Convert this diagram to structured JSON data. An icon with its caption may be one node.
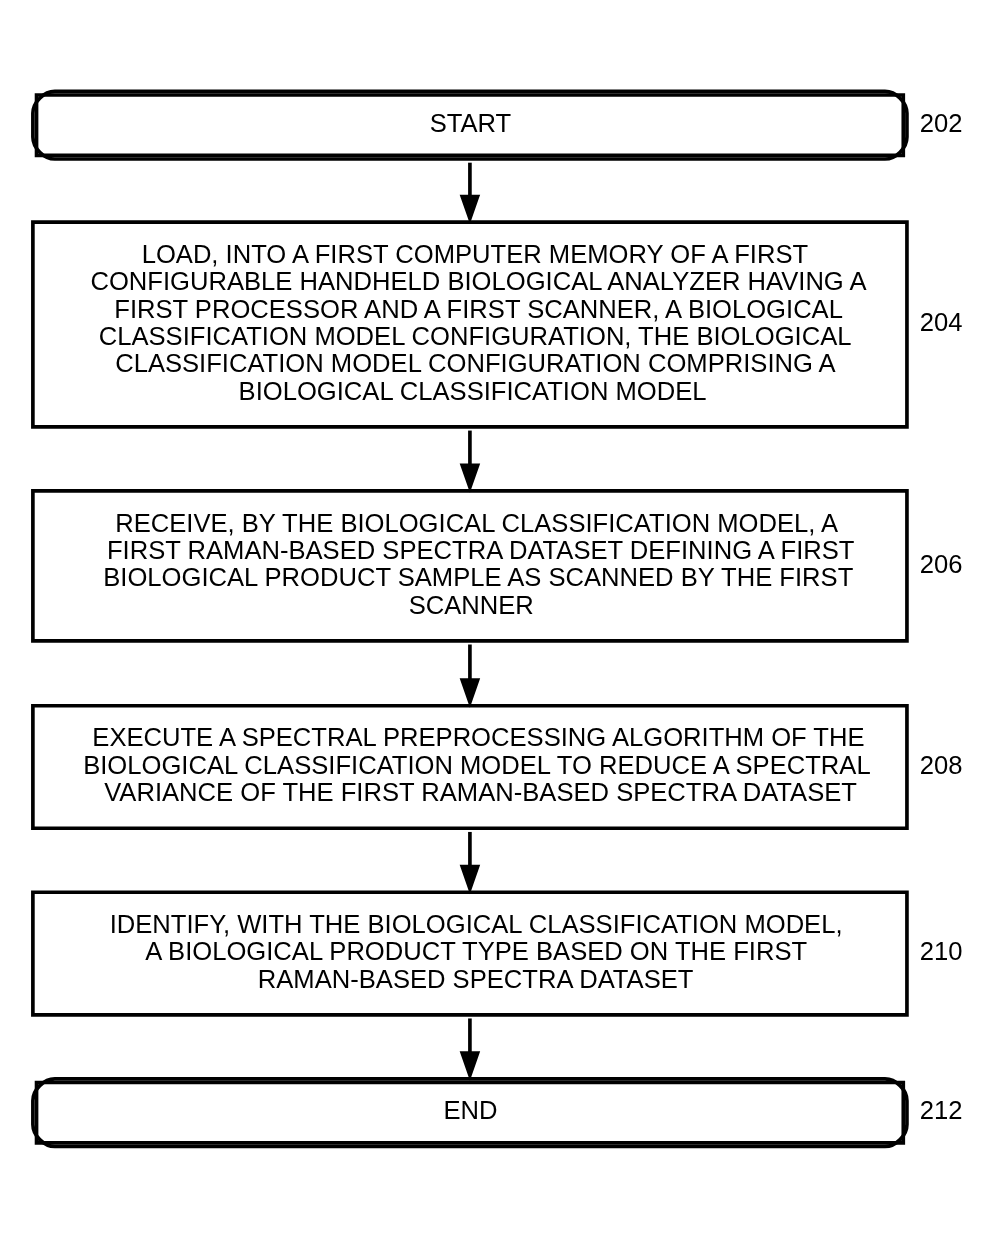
{
  "diagram": {
    "nodes": [
      {
        "text": [
          "START"
        ],
        "beside": [
          "202"
        ]
      },
      {
        "text": [
          "LOAD, INTO A FIRST COMPUTER MEMORY OF A FIRST CONFIGURABLE HANDHELD BIOLOGICAL ANALYZER HAVING A FIRST PROCESSOR AND A FIRST SCANNER, A BIOLOGICAL CLASSIFICATION MODEL CONFIGURATION, THE BIOLOGICAL CLASSIFICATION MODEL CONFIGURATION COMPRISING A BIOLOGICAL CLASSIFICATION MODEL"
        ],
        "beside": [
          "204"
        ]
      },
      {
        "text": [
          "RECEIVE, BY THE BIOLOGICAL CLASSIFICATION MODEL, A FIRST RAMAN-BASED SPECTRA DATASET DEFINING A FIRST BIOLOGICAL PRODUCT SAMPLE AS SCANNED BY THE FIRST SCANNER"
        ],
        "beside": [
          "206"
        ]
      },
      {
        "text": [
          "EXECUTE A SPECTRAL PREPROCESSING ALGORITHM OF THE BIOLOGICAL CLASSIFICATION MODEL TO REDUCE A SPECTRAL VARIANCE OF THE FIRST RAMAN-BASED SPECTRA DATASET"
        ],
        "beside": [
          "208"
        ]
      },
      {
        "text": [
          "IDENTIFY, WITH THE BIOLOGICAL CLASSIFICATION MODEL, A BIOLOGICAL PRODUCT TYPE BASED ON THE FIRST RAMAN-BASED SPECTRA DATASET"
        ],
        "beside": [
          "210"
        ]
      },
      {
        "text": [
          "END"
        ],
        "beside": [
          "212"
        ]
      }
    ],
    "edges": [
      {
        "from": 0,
        "to": 1,
        "arrow": "to"
      },
      {
        "from": 1,
        "to": 2,
        "arrow": "to"
      },
      {
        "from": 2,
        "to": 3,
        "arrow": "to"
      },
      {
        "from": 3,
        "to": 4,
        "arrow": "to"
      },
      {
        "from": 4,
        "to": 5,
        "arrow": "to"
      }
    ]
  }
}
